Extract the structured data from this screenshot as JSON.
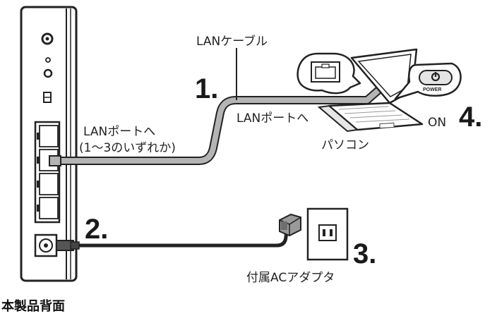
{
  "labels": {
    "lan_cable": "LANケーブル",
    "router_port": "LANポートへ",
    "router_port_note": "(1～3のいずれか)",
    "pc_port": "LANポートへ",
    "pc": "パソコン",
    "power_state": "ON",
    "power_button": "POWER",
    "adapter": "付属ACアダプタ",
    "caption": "本製品背面"
  },
  "steps": [
    "1.",
    "2.",
    "3.",
    "4."
  ],
  "colors": {
    "cable_gray": "#b4b4b4",
    "outline": "#222222",
    "background": "#ffffff"
  }
}
